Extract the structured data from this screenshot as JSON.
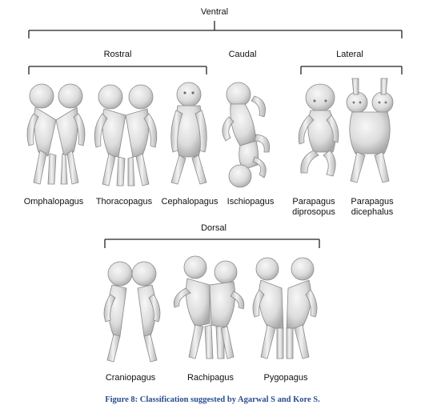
{
  "groups": {
    "ventral": "Ventral",
    "rostral": "Rostral",
    "caudal": "Caudal",
    "lateral": "Lateral",
    "dorsal": "Dorsal"
  },
  "types": {
    "omphalopagus": "Omphalopagus",
    "thoracopagus": "Thoracopagus",
    "cephalopagus": "Cephalopagus",
    "ischiopagus": "Ischiopagus",
    "parapagus_dip_1": "Parapagus",
    "parapagus_dip_2": "diprosopus",
    "parapagus_dic_1": "Parapagus",
    "parapagus_dic_2": "dicephalus",
    "craniopagus": "Craniopagus",
    "rachipagus": "Rachipagus",
    "pygopagus": "Pygopagus"
  },
  "caption": "Figure 8: Classification suggested by Agarwal S and Kore S."
}
